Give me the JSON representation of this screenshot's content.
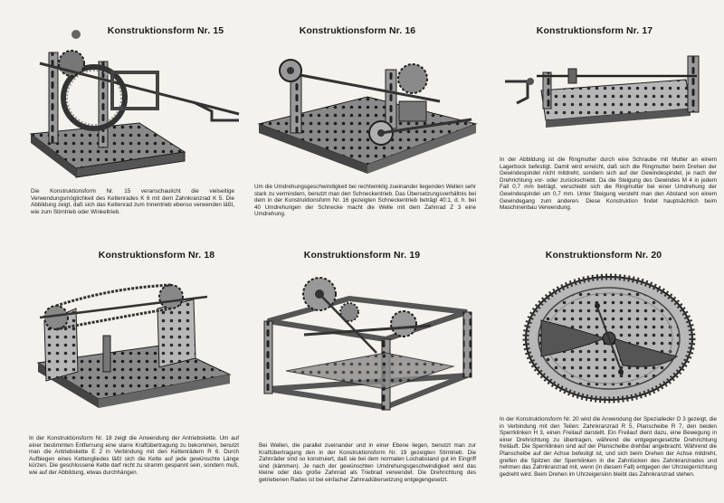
{
  "panels": [
    {
      "title": "Konstruktionsform Nr. 15",
      "caption": "Die Konstruktionsform Nr. 15 veranschaulicht die vielseitige Verwendungsmöglichkeit des Kettenrades K 6 mit dem Zahnkranzrad K 5. Die Abbildung zeigt, daß sich das Kettenrad zum Innentrieb ebenso verwenden läßt, wie zum Stirntrieb oder Winkeltrieb."
    },
    {
      "title": "Konstruktionsform Nr. 16",
      "caption": "Um die Umdrehungsgeschwindigkeit bei rechtwinklig zueinander liegenden Wellen sehr stark zu vermindern, benutzt man den Schneckentrieb. Das Übersetzungsverhältnis bei dem in der Konstruktionsform Nr. 16 gezeigten Schneckentrieb beträgt 40:1, d. h. bei 40 Umdrehungen der Schnecke macht die Welle mit dem Zahnrad Z 3 eine Umdrehung."
    },
    {
      "title": "Konstruktionsform Nr. 17",
      "caption": "In der Abbildung ist die Ringmutter durch eine Schraube mit Mutter an einem Lagerbock befestigt. Damit wird erreicht, daß sich die Ringmutter beim Drehen der Gewindespindel nicht mitdreht, sondern sich auf der Gewindespindel, je nach der Drehrichtung vor- oder zurückschiebt. Da die Steigung des Gewindes M 4 in jedem Fall 0,7 mm beträgt, verschiebt sich die Ringmutter bei einer Umdrehung der Gewindespindel um 0,7 mm. Unter Steigung versteht man den Abstand von einem Gewindegang zum anderen. Diese Konstruktion findet hauptsächlich beim Maschinenbau Verwendung."
    },
    {
      "title": "Konstruktionsform Nr. 18",
      "caption": "In der Konstruktionsform Nr. 18 zeigt die Anwendung der Antriebskette. Um auf einer bestimmten Entfernung eine starre Kraftübertragung zu bekommen, benutzt man die Antriebskette E 2 in Verbindung mit den Kettenrädern R 6. Durch Aufbiegen eines Kettengliedes läßt sich die Kette auf jede gewünschte Länge kürzen. Die geschlossene Kette darf nicht zu stramm gespannt sein, sondern muß, wie auf der Abbildung, etwas durchhängen."
    },
    {
      "title": "Konstruktionsform Nr. 19",
      "caption": "Bei Wellen, die parallel zueinander und in einer Ebene liegen, benutzt man zur Kraftübertragung den in der Konstruktionsform Nr. 19 gezeigten Stirntrieb. Die Zahnräder sind so konstruiert, daß sie bei dem normalen Lochabstand gut im Eingriff sind (kämmen). Je nach der gewünschten Umdrehungsgeschwindigkeit wird das kleine oder das große Zahnrad als Triebrad verwendet. Die Drehrichtung des getriebenen Rades ist bei einfacher Zahnradübersetzung entgegengesetzt."
    },
    {
      "title": "Konstruktionsform Nr. 20",
      "caption": "In der Konstruktionsform Nr. 20 wird die Anwendung der Spezialleder O 3 gezeigt, die in Verbindung mit den Teilen: Zahnkranzrad R 5, Planscheibe R 7, den beiden Sperrklinken H 3, einen Freilauf darstellt. Ein Freilauf dient dazu, eine Bewegung in einer Drehrichtung zu übertragen, während die entgegengesetzte Drehrichtung freiläuft. Die Sperrklinken sind auf der Planscheibe drehbar angebracht. Während die Planscheibe auf der Achse befestigt ist, und sich beim Drehen der Achse mitdreht, greifen die Spitzen der Sperrklinken in die Zahnlücken des Zahnkranzrades und nehmen das Zahnkranzrad mit, wenn (in diesem Fall) entgegen der Uhrzeigerrichtung gedreht wird. Beim Drehen im Uhrzeigersinn bleibt das Zahnkranzrad stehen."
    }
  ]
}
